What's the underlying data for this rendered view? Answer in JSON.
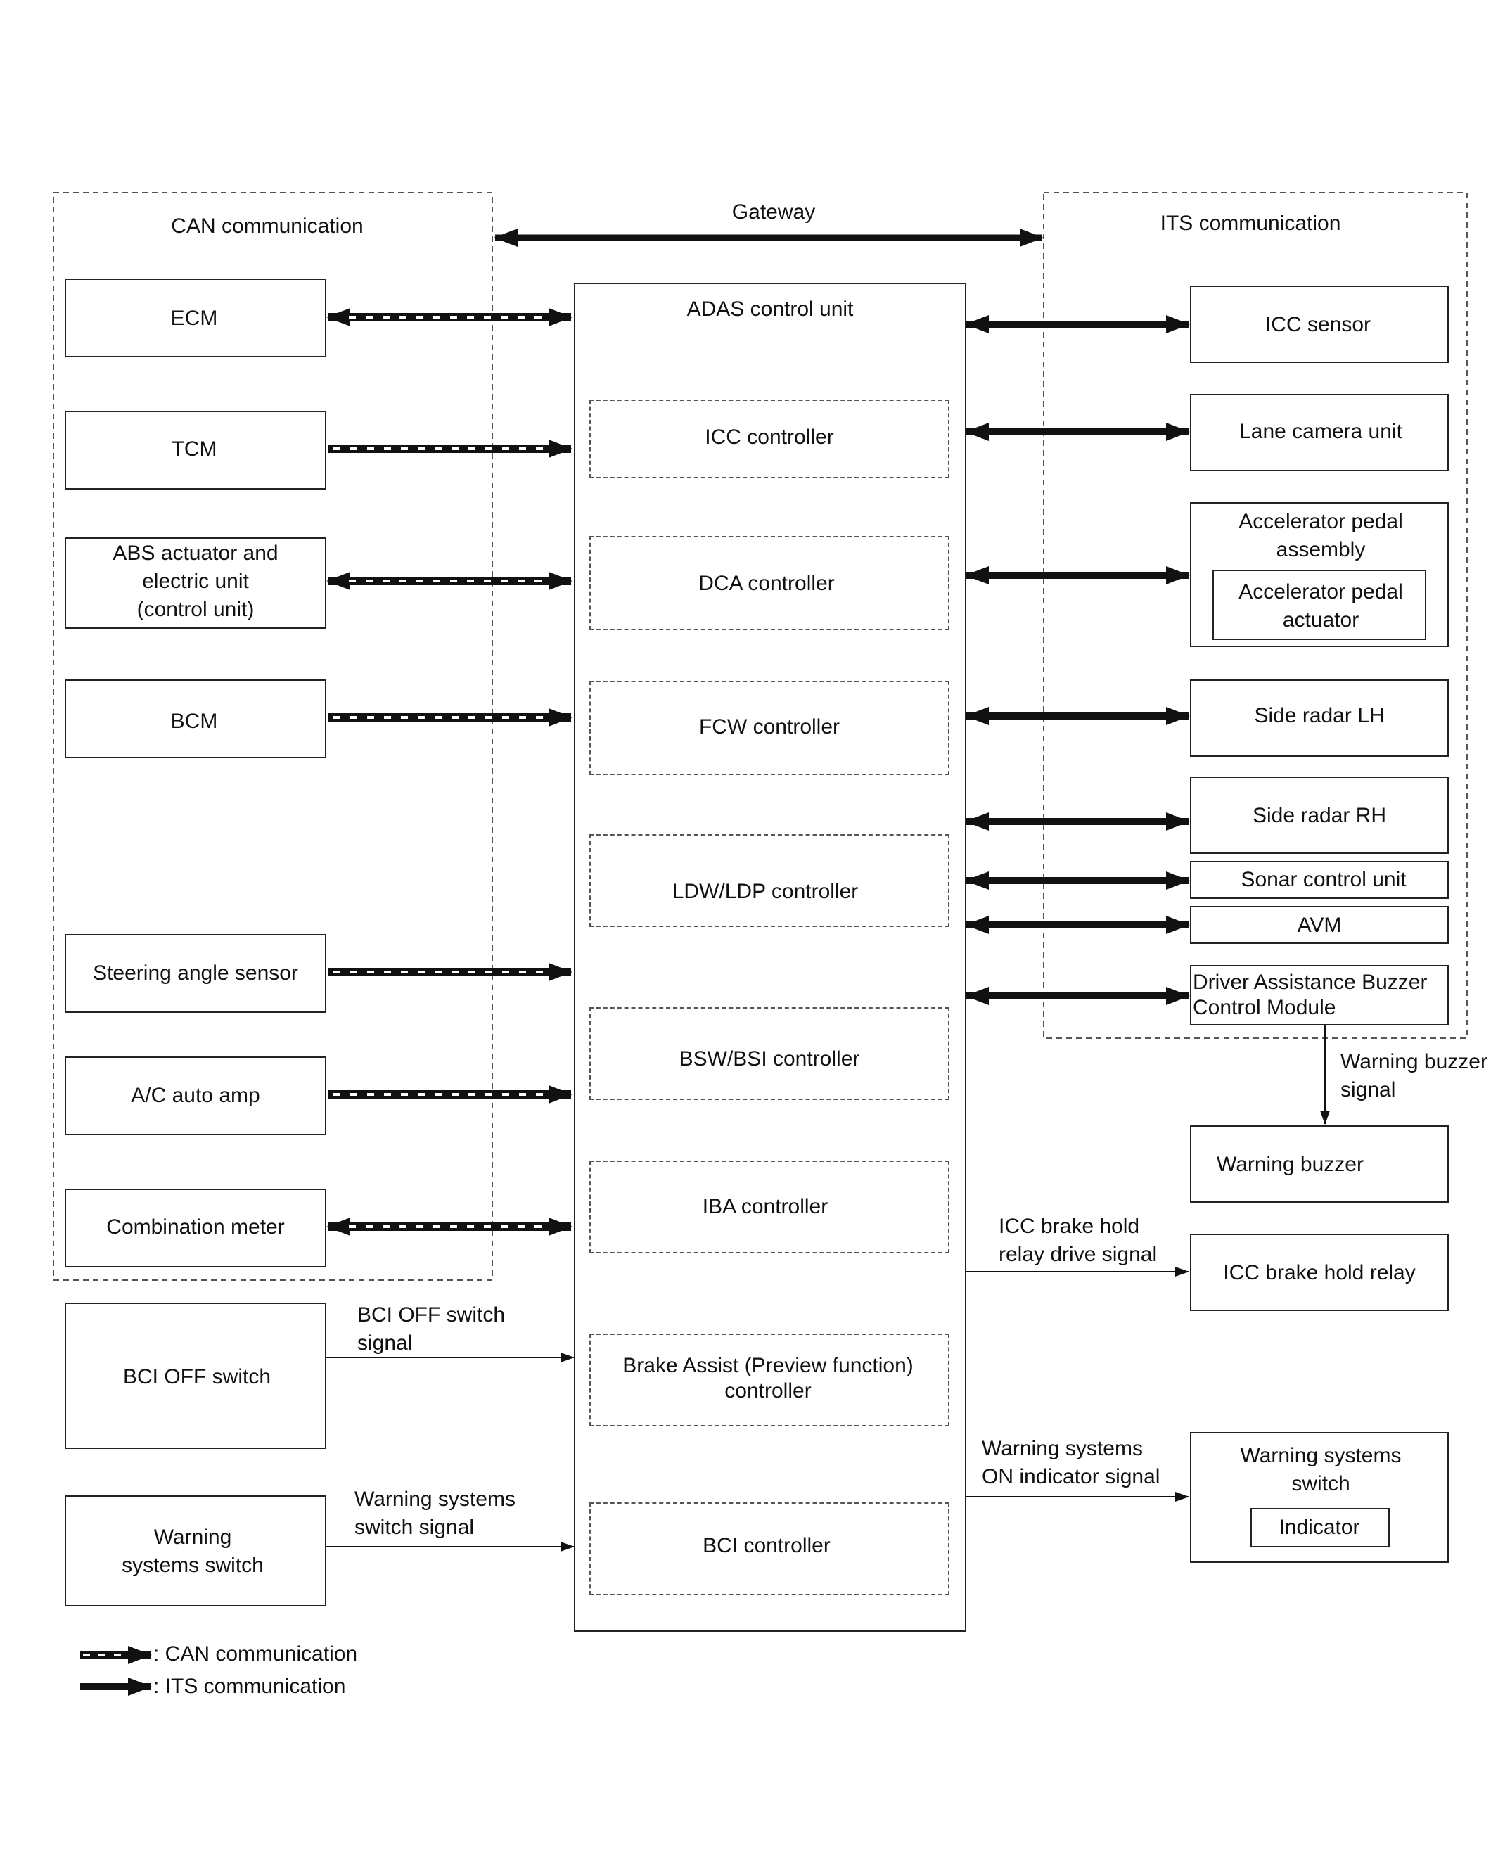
{
  "groups": {
    "can": "CAN communication",
    "gateway": "Gateway",
    "its": "ITS communication"
  },
  "left_units": {
    "ecm": "ECM",
    "tcm": "TCM",
    "abs": "ABS actuator and\nelectric unit\n(control unit)",
    "bcm": "BCM",
    "steering": "Steering angle sensor",
    "ac": "A/C auto amp",
    "combo": "Combination meter",
    "bci_off_switch": "BCI OFF switch",
    "warning_switch": "Warning\nsystems switch"
  },
  "adas": {
    "title": "ADAS  control unit",
    "controllers": {
      "icc": "ICC  controller",
      "dca": "DCA  controller",
      "fcw": "FCW controller",
      "ldw": "LDW/LDP controller",
      "bsw": "BSW/BSI controller",
      "iba": "IBA controller",
      "brake_assist": "Brake Assist (Preview function)\ncontroller",
      "bci": "BCI controller"
    }
  },
  "right_units": {
    "icc_sensor": "ICC sensor",
    "lane_camera": "Lane camera unit",
    "accel_assembly": "Accelerator pedal\nassembly",
    "accel_actuator": "Accelerator pedal\nactuator",
    "side_radar_lh": "Side radar LH",
    "side_radar_rh": "Side radar RH",
    "sonar": "Sonar control unit",
    "avm": "AVM",
    "buzzer_module": "Driver Assistance Buzzer\nControl Module",
    "warning_buzzer": "Warning buzzer",
    "icc_brake_relay": "ICC brake hold relay",
    "warning_switch_unit": "Warning systems\nswitch",
    "indicator": "Indicator"
  },
  "signals": {
    "bci_off": "BCI OFF switch\nsignal",
    "warning_switch": "Warning systems\nswitch signal",
    "buzzer": "Warning buzzer\nsignal",
    "relay": "ICC brake hold\nrelay drive signal",
    "indicator": "Warning systems\nON indicator signal"
  },
  "legend": {
    "can": ": CAN communication",
    "its": ": ITS communication"
  },
  "colors": {
    "line": "#111111",
    "dashed_group": "#555555"
  }
}
